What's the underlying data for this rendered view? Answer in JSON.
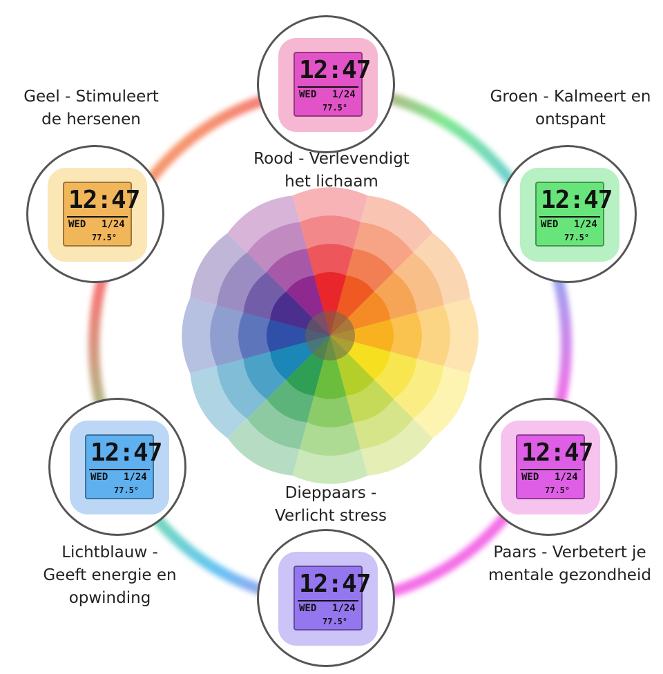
{
  "captions": {
    "rood": {
      "line1": "Rood - Verlevendigt",
      "line2": "het lichaam"
    },
    "geel": {
      "line1": "Geel - Stimuleert",
      "line2": "de hersenen"
    },
    "groen": {
      "line1": "Groen - Kalmeert en",
      "line2": "ontspant"
    },
    "dieppaars": {
      "line1": "Dieppaars -",
      "line2": "Verlicht stress"
    },
    "lichtblauw": {
      "line1": "Lichtblauw -",
      "line2": "Geeft energie en",
      "line3": "opwinding"
    },
    "paars": {
      "line1": "Paars - Verbetert je",
      "line2": "mentale gezondheid"
    }
  },
  "clock": {
    "time": "12:47",
    "day": "WED",
    "date": "1/24",
    "temp": "77.5°"
  },
  "clocks": [
    {
      "id": "top",
      "body": "#f6b7d3",
      "screen": "#e353c8"
    },
    {
      "id": "left-top",
      "body": "#fbe6b6",
      "screen": "#f2b65a"
    },
    {
      "id": "right-top",
      "body": "#b6f0c3",
      "screen": "#68e57a"
    },
    {
      "id": "left-bottom",
      "body": "#bcd6f6",
      "screen": "#5fb0ee"
    },
    {
      "id": "right-bottom",
      "body": "#f6c3ef",
      "screen": "#de5fe6"
    },
    {
      "id": "bottom",
      "body": "#ccc4f6",
      "screen": "#9476ee"
    }
  ],
  "wheel_colors": [
    "#e8262b",
    "#ee5a22",
    "#f48b26",
    "#f9b21f",
    "#f6df1e",
    "#b5cf2a",
    "#6bbd3d",
    "#2f9f56",
    "#1a87b6",
    "#2f4fa8",
    "#4a2f8f",
    "#8e2a8f"
  ]
}
